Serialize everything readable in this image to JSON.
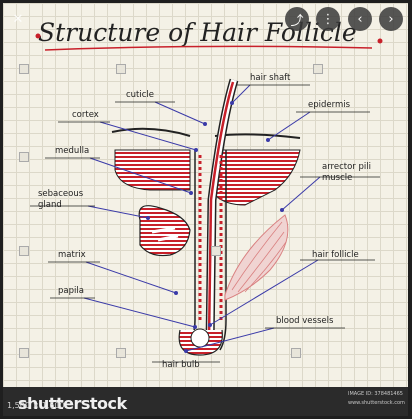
{
  "title": "Structure of Hair Follicle",
  "labels": {
    "hair_shaft": "hair shaft",
    "cuticle": "cuticle",
    "epidermis": "epidermis",
    "cortex": "cortex",
    "medulla": "medulla",
    "arrector_pili_1": "arrector pili",
    "arrector_pili_2": "muscle",
    "sebaceous_1": "sebaceous",
    "sebaceous_2": "gland",
    "matrix": "matrix",
    "hair_follicle": "hair follicle",
    "papilla": "papila",
    "blood_vessels": "blood vessels",
    "hair_bulb": "hair bulb"
  },
  "footer": {
    "brand": "shutterstock",
    "dims": "1,500 × 1,600",
    "image_id": "IMAGE ID: 378481465",
    "image_url": "www.shutterstock.com"
  },
  "icons": {
    "close": "close-icon",
    "search": "search-icon",
    "share": "share-icon",
    "more": "more-vertical-icon",
    "prev": "chevron-left-icon",
    "next": "chevron-right-icon"
  },
  "colors": {
    "accent_red": "#c8202a",
    "ink": "#222222",
    "paper": "#f4f1e6",
    "muscle": "#d98080"
  }
}
